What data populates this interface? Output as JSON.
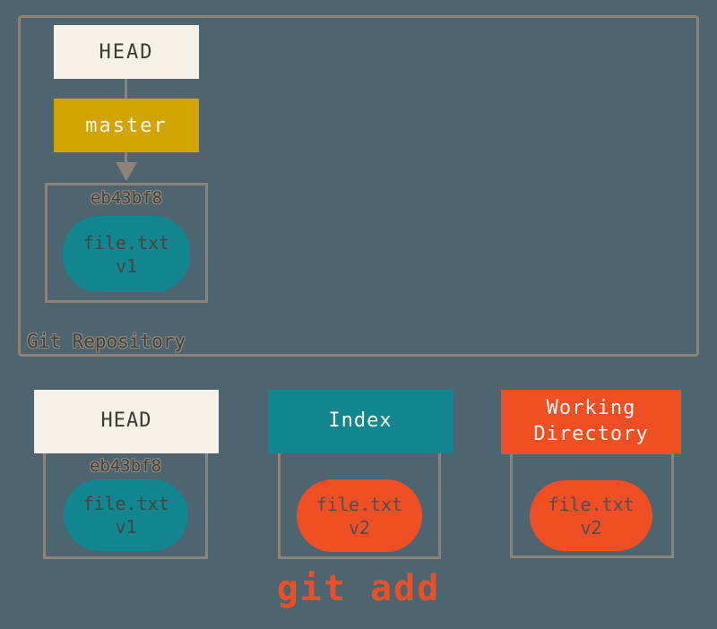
{
  "colors": {
    "background": "#4c6570",
    "frame": "#8d8379",
    "cream": "#f4f1e9",
    "gold": "#d2a400",
    "teal": "#11868e",
    "orange": "#f04e23",
    "dark_text": "#3e3a34",
    "white_text": "#f8f6f1"
  },
  "repository": {
    "label": "Git Repository",
    "head": "HEAD",
    "branch": "master",
    "commit": {
      "hash": "eb43bf8",
      "file": "file.txt",
      "version": "v1"
    }
  },
  "snapshot": {
    "head": {
      "label": "HEAD",
      "hash": "eb43bf8",
      "file": "file.txt",
      "version": "v1"
    },
    "index": {
      "label": "Index",
      "file": "file.txt",
      "version": "v2"
    },
    "working_directory": {
      "label": "Working Directory",
      "file": "file.txt",
      "version": "v2"
    }
  },
  "command": "git add"
}
